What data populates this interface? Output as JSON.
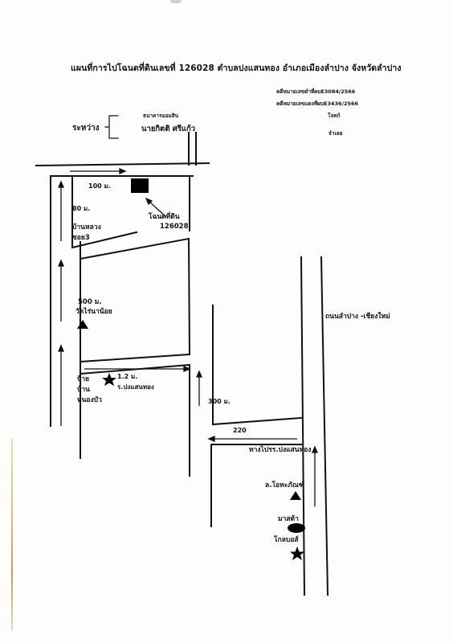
{
  "title": "แผนที่การไปโฉนดที่ดินเลขที่ 126028  ตำบลปงแสนทอง   อำเภอเมืองลำปาง  จังหวัดลำปาง",
  "refs": {
    "case1": "คดีหมายเลขดำที่ผบE3084/2566",
    "case2": "คดีหมายเลขแดงที่ผบE3436/2566",
    "plaintiff_role": "โจทก์",
    "defendant_role": "จำเลย"
  },
  "parties": {
    "between": "ระหว่าง",
    "plaintiff": "ธนาคารออมสิน",
    "defendant": "นายกิตติ  ศรีแก้ว"
  },
  "map": {
    "dist_100": "100 ม.",
    "dist_80": "80 ม.",
    "land_label": "โฉนดที่ดิน",
    "land_number": "126028",
    "ban_luang": "บ้านหลวง",
    "soi3": "ซอย3",
    "dist_500": "500  ม.",
    "wat": "วัดไร่นาน้อย",
    "highway": "ถนนลำปาง -เชียงใหม่",
    "sign1": "ป้าย",
    "sign2": "บ้าน",
    "sign3": "หนองบัว",
    "dist_1_2": "1.2 ม.",
    "school": "ร.ปงแสนทอง",
    "dist_300": "300 ม.",
    "dist_220": "220",
    "to_school": "ทางไปรร.ปงแสนทอง",
    "shop": "ล.โอทะภัณฑ์",
    "mazda": "มาสด้า",
    "golden": "โกลบอส์"
  }
}
